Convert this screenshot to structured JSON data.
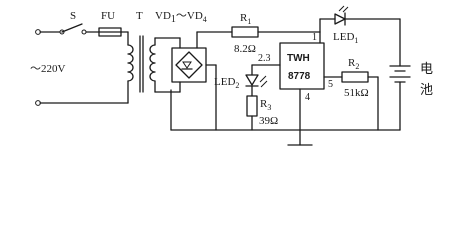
{
  "diagram": {
    "switch_label": "S",
    "fuse_label": "FU",
    "transformer_label": "T",
    "bridge_label_main": "VD",
    "bridge_sub_start": "1",
    "bridge_tilde": "～",
    "bridge_sub_end": "4",
    "mains_label": "～220V",
    "r1_name": "R",
    "r1_sub": "1",
    "r1_value": "8.2Ω",
    "led1_name": "LED",
    "led1_sub": "1",
    "ic_name": "TWH",
    "ic_part": "8778",
    "ic_pin1": "1",
    "ic_pin23": "2.3",
    "ic_pin4": "4",
    "ic_pin5": "5",
    "r2_name": "R",
    "r2_sub": "2",
    "r2_value": "51kΩ",
    "led2_name": "LED",
    "led2_sub": "2",
    "r3_name": "R",
    "r3_sub": "3",
    "r3_value": "39Ω",
    "battery_char1": "电",
    "battery_char2": "池"
  }
}
